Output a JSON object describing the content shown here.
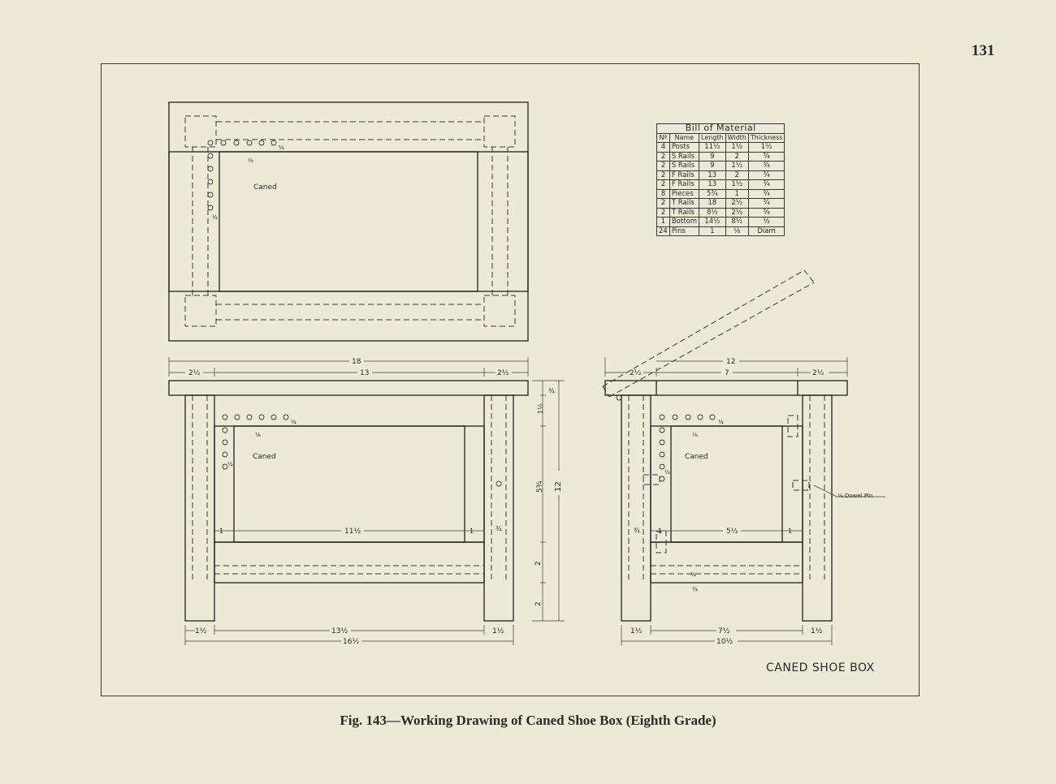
{
  "page_number": "131",
  "caption": "Fig. 143—Working Drawing of Caned Shoe Box (Eighth Grade)",
  "drawing_title": "CANED SHOE BOX",
  "bill_of_material": {
    "title": "Bill of Material",
    "headers": [
      "Nº",
      "Name",
      "Length",
      "Width",
      "Thickness"
    ],
    "rows": [
      [
        "4",
        "Posts",
        "11½",
        "1½",
        "1½"
      ],
      [
        "2",
        "S Rails",
        "9",
        "2",
        "¾"
      ],
      [
        "2",
        "S Rails",
        "9",
        "1½",
        "¾"
      ],
      [
        "2",
        "F Rails",
        "13",
        "2",
        "¾"
      ],
      [
        "2",
        "F Rails",
        "13",
        "1½",
        "¾"
      ],
      [
        "8",
        "Pieces",
        "5¾",
        "1",
        "¾"
      ],
      [
        "2",
        "T Rails",
        "18",
        "2½",
        "¾"
      ],
      [
        "2",
        "T Rails",
        "8½",
        "2½",
        "¾"
      ],
      [
        "1",
        "Bottom",
        "14½",
        "8½",
        "½"
      ],
      [
        "24",
        "Pins",
        "1",
        "⅛",
        "Diam"
      ]
    ]
  },
  "labels": {
    "caned": "Caned",
    "dowel_pin": "⅛ Dowel Pin"
  },
  "dimensions": {
    "top_overall": "18",
    "top_end": "2½",
    "top_middle": "13",
    "front_inner": "11½",
    "front_leg": "1½",
    "front_mid": "13½",
    "front_overall": "16½",
    "height_overall": "12",
    "h_top": "¾",
    "h_rail": "1½",
    "h_panel": "5¾",
    "h_lower": "2",
    "h_foot": "2",
    "gap": "1",
    "side_overall": "12",
    "side_end": "2½",
    "side_middle": "7",
    "side_inner": "5½",
    "side_leg": "1½",
    "side_mid": "7½",
    "side_overall_bottom": "10½",
    "pin_offset": "⅛",
    "quarter": "¼",
    "half": "½"
  }
}
